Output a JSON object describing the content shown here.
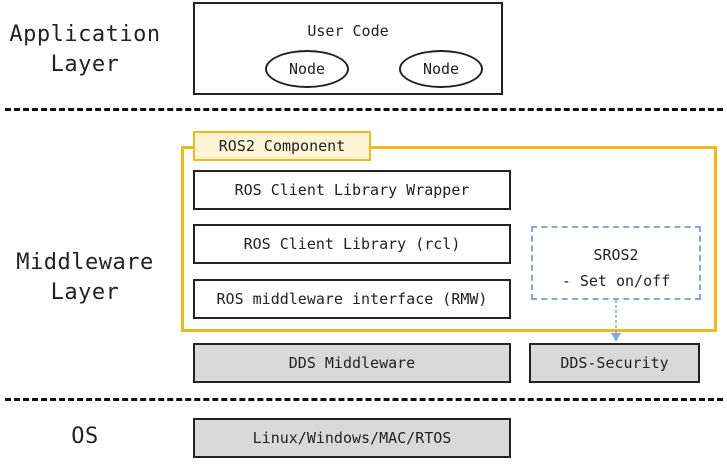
{
  "layers": {
    "application": [
      "Application",
      "Layer"
    ],
    "middleware": [
      "Middleware",
      "Layer"
    ],
    "os": "OS"
  },
  "user_code": {
    "title": "User Code",
    "nodes": [
      "Node",
      "Node"
    ]
  },
  "component": {
    "label": "ROS2 Component",
    "boxes": [
      "ROS Client Library Wrapper",
      "ROS Client Library (rcl)",
      "ROS middleware interface (RMW)"
    ]
  },
  "sros2": [
    "SROS2",
    "- Set on/off"
  ],
  "dds": {
    "middleware": "DDS Middleware",
    "security": "DDS-Security"
  },
  "os_box": "Linux/Windows/MAC/RTOS",
  "colors": {
    "component_border": "#f2b71b",
    "component_label_fill": "#fff4d6",
    "sros2_border": "#8aa8d4",
    "gray_fill": "#d9d9d9"
  }
}
